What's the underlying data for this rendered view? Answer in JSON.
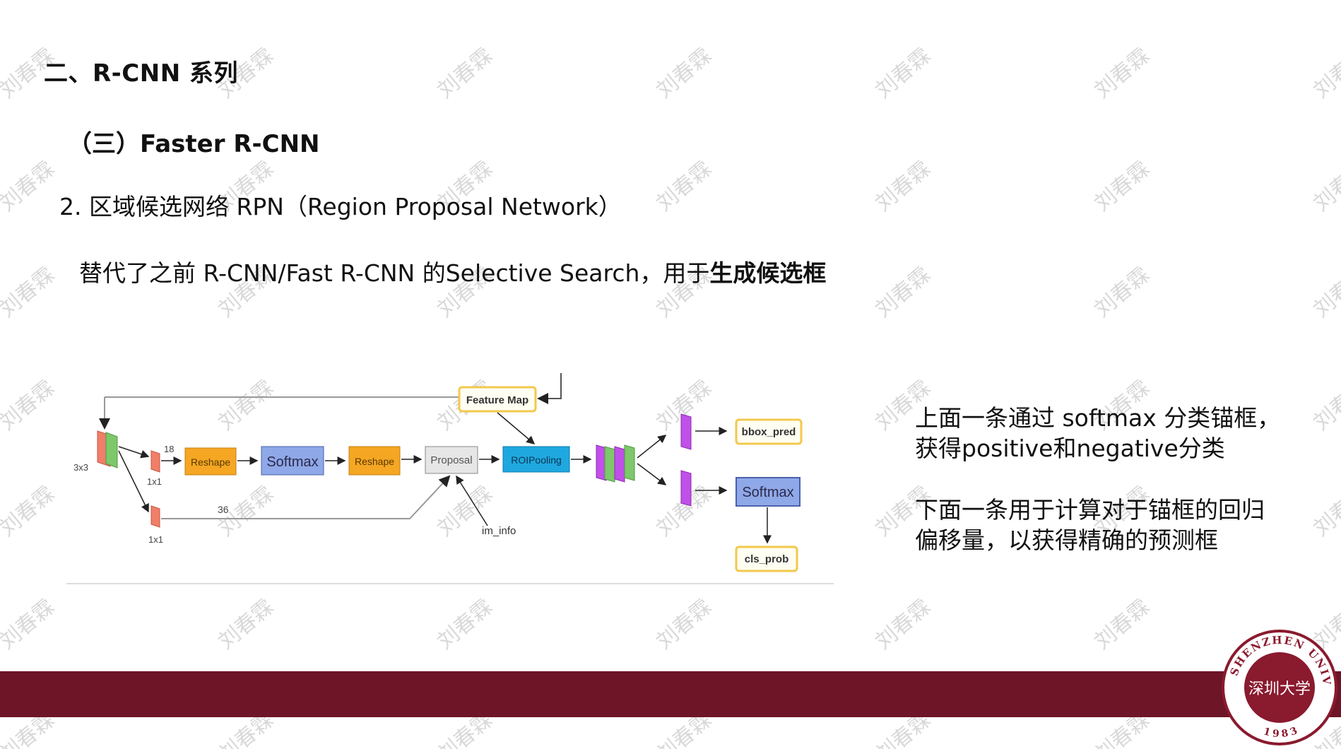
{
  "section_heading": "二、R-CNN 系列",
  "sub_heading": "（三）Faster R-CNN",
  "item_title": "2. 区域候选网络 RPN（Region Proposal Network）",
  "description": {
    "prefix": "替代了之前 R-CNN/Fast R-CNN 的Selective Search，用于",
    "emphasis": "生成候选框"
  },
  "notes": {
    "top": [
      "上面一条通过 softmax 分类锚框，",
      "获得positive和negative分类"
    ],
    "bottom": [
      "下面一条用于计算对于锚框的回归",
      "偏移量，以获得精确的预测框"
    ]
  },
  "diagram": {
    "feature_map": "Feature Map",
    "kernel_3x3": "3x3",
    "ch_18": "18",
    "ch_36": "36",
    "kernel_1x1_top": "1x1",
    "kernel_1x1_bottom": "1x1",
    "reshape_1": "Reshape",
    "softmax_1": "Softmax",
    "reshape_2": "Reshape",
    "proposal": "Proposal",
    "roipooling": "ROIPooling",
    "im_info": "im_info",
    "bbox_pred": "bbox_pred",
    "softmax_2": "Softmax",
    "cls_prob": "cls_prob"
  },
  "watermark_text": "刘春霖",
  "logo": {
    "ring_text": "SHENZHEN UNIVERSITY",
    "center_text": "深圳大学",
    "year": "1983"
  },
  "colors": {
    "band": "#6e1528",
    "reshape": "#f5a623",
    "softmax": "#8fa8e8",
    "roipooling": "#1fa8e0",
    "feature_map_border": "#f2c94c",
    "purple": "#c050e8",
    "green": "#7cc86a",
    "salmon": "#f07f6a"
  }
}
